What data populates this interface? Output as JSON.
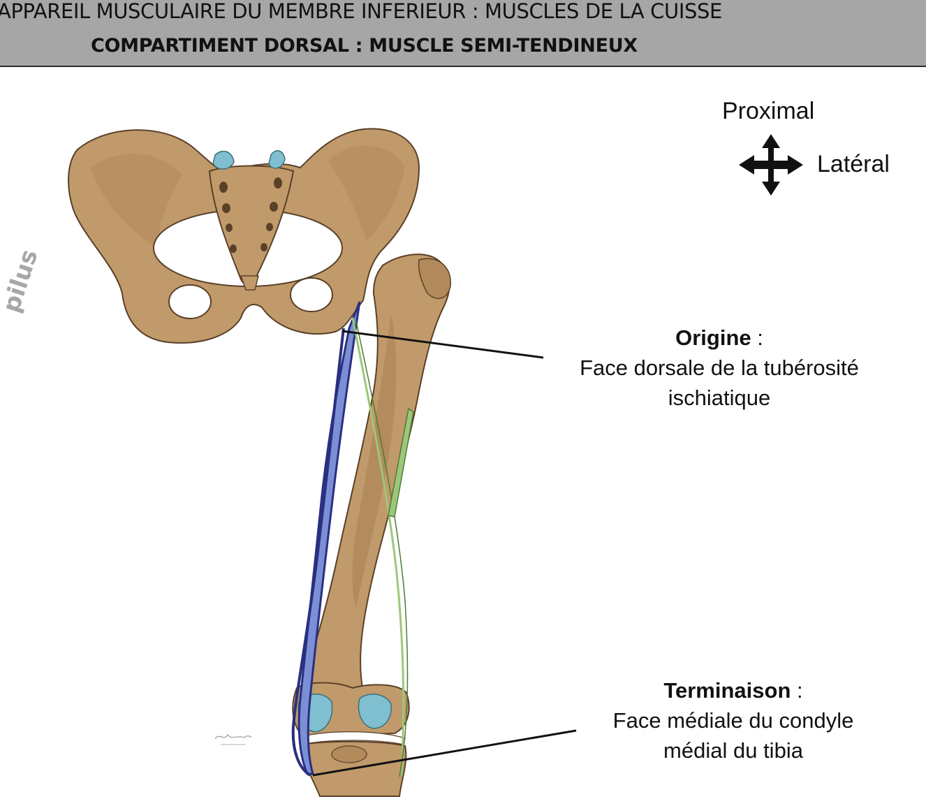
{
  "header": {
    "line1": "APPAREIL MUSCULAIRE DU MEMBRE INFERIEUR : MUSCLES DE LA CUISSE",
    "line2": "COMPARTIMENT DORSAL : MUSCLE SEMI-TENDINEUX"
  },
  "orientation": {
    "proximal": "Proximal",
    "lateral": "Latéral"
  },
  "origin": {
    "title": "Origine",
    "separator": " :",
    "line1": "Face dorsale de la tubérosité",
    "line2": "ischiatique"
  },
  "termination": {
    "title": "Terminaison",
    "separator": " :",
    "line1": "Face médiale du condyle",
    "line2": "médial du tibia"
  },
  "stamp": {
    "text": "pilus"
  },
  "colors": {
    "header_bg": "#a6a6a6",
    "bone": "#c19a6b",
    "bone_outline": "#5a4028",
    "cartilage": "#7fbfcf",
    "muscle_semitendinosus": "#7b8fd6",
    "muscle_outline": "#2a2f80",
    "muscle_other": "#9cc77a"
  }
}
